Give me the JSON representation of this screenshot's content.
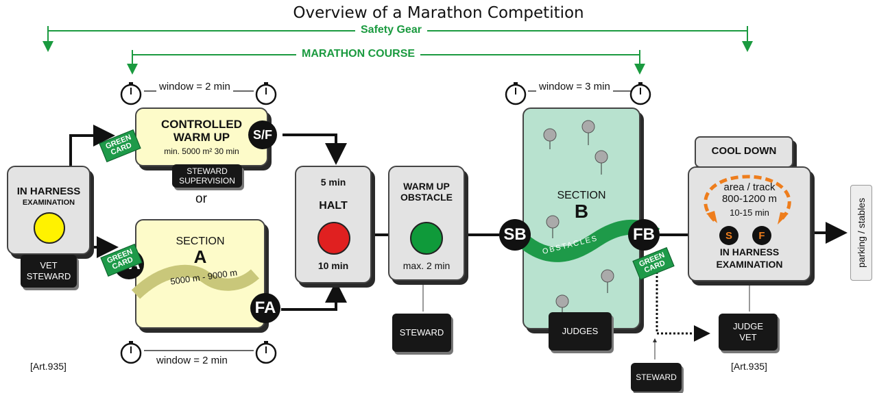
{
  "title": "Overview of a Marathon Competition",
  "safety_gear": "Safety Gear",
  "marathon_course": "MARATHON COURSE",
  "window_top_left": "window = 2 min",
  "window_bottom_left": "window = 2 min",
  "window_top_right": "window = 3 min",
  "warmup": {
    "line1": "CONTROLLED",
    "line2": "WARM UP",
    "detail": "min. 5000 m²  30 min",
    "node": "S/F",
    "steward_line1": "STEWARD",
    "steward_line2": "SUPERVISION"
  },
  "or": "or",
  "section_a": {
    "label": "SECTION",
    "letter": "A",
    "path": "5000 m - 9000 m",
    "start": "SA",
    "finish": "FA"
  },
  "green_card": "GREEN CARD",
  "exam_left": {
    "line1": "IN HARNESS",
    "line2": "EXAMINATION",
    "vet_line1": "VET",
    "vet_line2": "STEWARD",
    "art": "[Art.935]"
  },
  "halt": {
    "top": "5 min",
    "label": "HALT",
    "bottom": "10 min"
  },
  "warmup_obstacle": {
    "line1": "WARM UP",
    "line2": "OBSTACLE",
    "detail": "max. 2 min",
    "steward": "STEWARD"
  },
  "section_b": {
    "label": "SECTION",
    "letter": "B",
    "path": "OBSTACLES",
    "start": "SB",
    "finish": "FB",
    "judges": "JUDGES"
  },
  "steward_bottom": "STEWARD",
  "cool_down": {
    "title": "COOL DOWN",
    "area": "area / track",
    "range": "800-1200 m",
    "time": "10-15 min",
    "s": "S",
    "f": "F",
    "exam_line1": "IN HARNESS",
    "exam_line2": "EXAMINATION",
    "judge_line1": "JUDGE",
    "judge_line2": "VET",
    "art": "[Art.935]"
  },
  "parking": "parking / stables",
  "colors": {
    "green": "#1a9a3f",
    "yellow_light": "#ffff00",
    "red_light": "#e02020",
    "green_light": "#0f9a3a",
    "orange": "#ee7d1c"
  }
}
